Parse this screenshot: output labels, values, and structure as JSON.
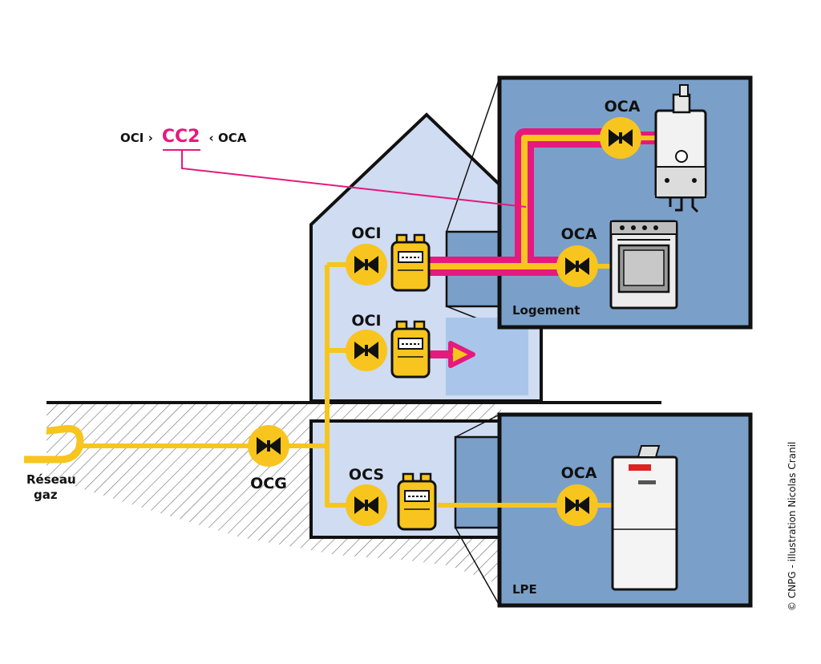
{
  "colors": {
    "gas_pipe": "#f7c51e",
    "valve_fill": "#f7c51e",
    "highlight": "#e5197e",
    "house_fill": "#cfdcf1",
    "room_fill": "#7aa0c9",
    "light_window": "#a9c6ea",
    "outline": "#111111"
  },
  "formula": {
    "left": "OCI ›",
    "center": "CC2",
    "right": "‹ OCA"
  },
  "valves": {
    "oci_top": "OCI",
    "oci_mid": "OCI",
    "ocs": "OCS",
    "ocg": "OCG",
    "oca_boiler": "OCA",
    "oca_stove": "OCA",
    "oca_lpe": "OCA"
  },
  "rooms": {
    "logement": "Logement",
    "lpe": "LPE"
  },
  "network": {
    "line1": "Réseau",
    "line2": "gaz"
  },
  "credit": "© CNPG - illustration Nicolas Cranil",
  "icons": [
    "valve-icon",
    "gas-meter-icon",
    "boiler-icon",
    "stove-icon",
    "floor-boiler-icon",
    "arrow-icon"
  ]
}
